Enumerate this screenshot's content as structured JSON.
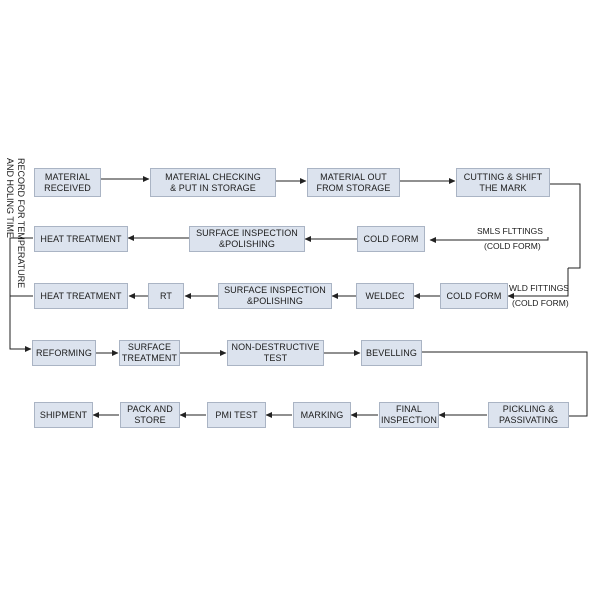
{
  "nodes": {
    "material_received": "MATERIAL\nRECEIVED",
    "material_checking": "MATERIAL CHECKING\n& PUT IN STORAGE",
    "material_out": "MATERIAL OUT\nFROM STORAGE",
    "cutting_shift": "CUTTING & SHIFT\nTHE MARK",
    "heat_treatment_1": "HEAT TREATMENT",
    "surface_inspection_1": "SURFACE INSPECTION\n&POLISHING",
    "cold_form_1": "COLD FORM",
    "heat_treatment_2": "HEAT TREATMENT",
    "rt": "RT",
    "surface_inspection_2": "SURFACE INSPECTION\n&POLISHING",
    "weldec": "WELDEC",
    "cold_form_2": "COLD FORM",
    "reforming": "REFORMING",
    "surface_treatment": "SURFACE\nTREATMENT",
    "non_destructive_test": "NON-DESTRUCTIVE\nTEST",
    "bevelling": "BEVELLING",
    "shipment": "SHIPMENT",
    "pack_store": "PACK AND\nSTORE",
    "pmi_test": "PMI TEST",
    "marking": "MARKING",
    "final_inspection": "FINAL\nINSPECTION",
    "pickling_passivating": "PICKLING &\nPASSIVATING"
  },
  "labels": {
    "smls_fittings": "SMLS FLTTINGS",
    "smls_cold_form": "(COLD FORM)",
    "wld_fittings": "WLD FITTINGS",
    "wld_cold_form": "(COLD FORM)",
    "side_note": "RECORD FOR TEMPERATURE\nAND HOLING TIME"
  }
}
